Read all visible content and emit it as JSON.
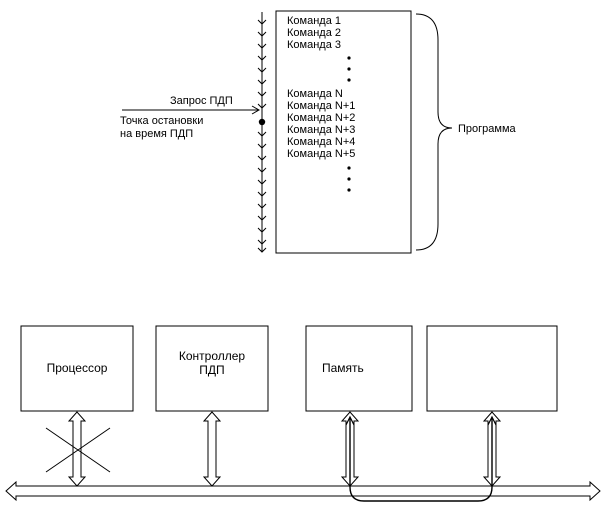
{
  "timeline": {
    "request_label": "Запрос ПДП",
    "stop_label_line1": "Точка остановки",
    "stop_label_line2": "на время ПДП"
  },
  "program": {
    "commands_top": [
      "Команда 1",
      "Команда 2",
      "Команда 3"
    ],
    "commands_bottom": [
      "Команда N",
      "Команда N+1",
      "Команда N+2",
      "Команда N+3",
      "Команда N+4",
      "Команда N+5"
    ],
    "brace_label": "Программа"
  },
  "blocks": {
    "processor": "Процессор",
    "dma_controller_line1": "Контроллер",
    "dma_controller_line2": "ПДП",
    "memory": "Память",
    "device": ""
  }
}
